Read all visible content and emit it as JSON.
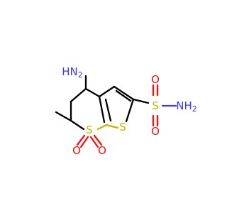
{
  "atoms": {
    "nh2_left_n": "N",
    "nh2_left_h": "H",
    "nh2_right_n": "N",
    "nh2_right_h": "H",
    "o_sulfonamide_top": "O",
    "o_sulfonamide_bottom": "O",
    "s_sulfonamide": "S",
    "s_thiophene": "S",
    "s_ring": "S",
    "o_ring_left": "O",
    "o_ring_right": "O",
    "sub2_left": "2",
    "sub2_right": "2"
  },
  "colors": {
    "carbon_bond": "#000000",
    "sulfur": "#c8b400",
    "nitrogen": "#3a3aff",
    "oxygen": "#ff0d0d"
  }
}
